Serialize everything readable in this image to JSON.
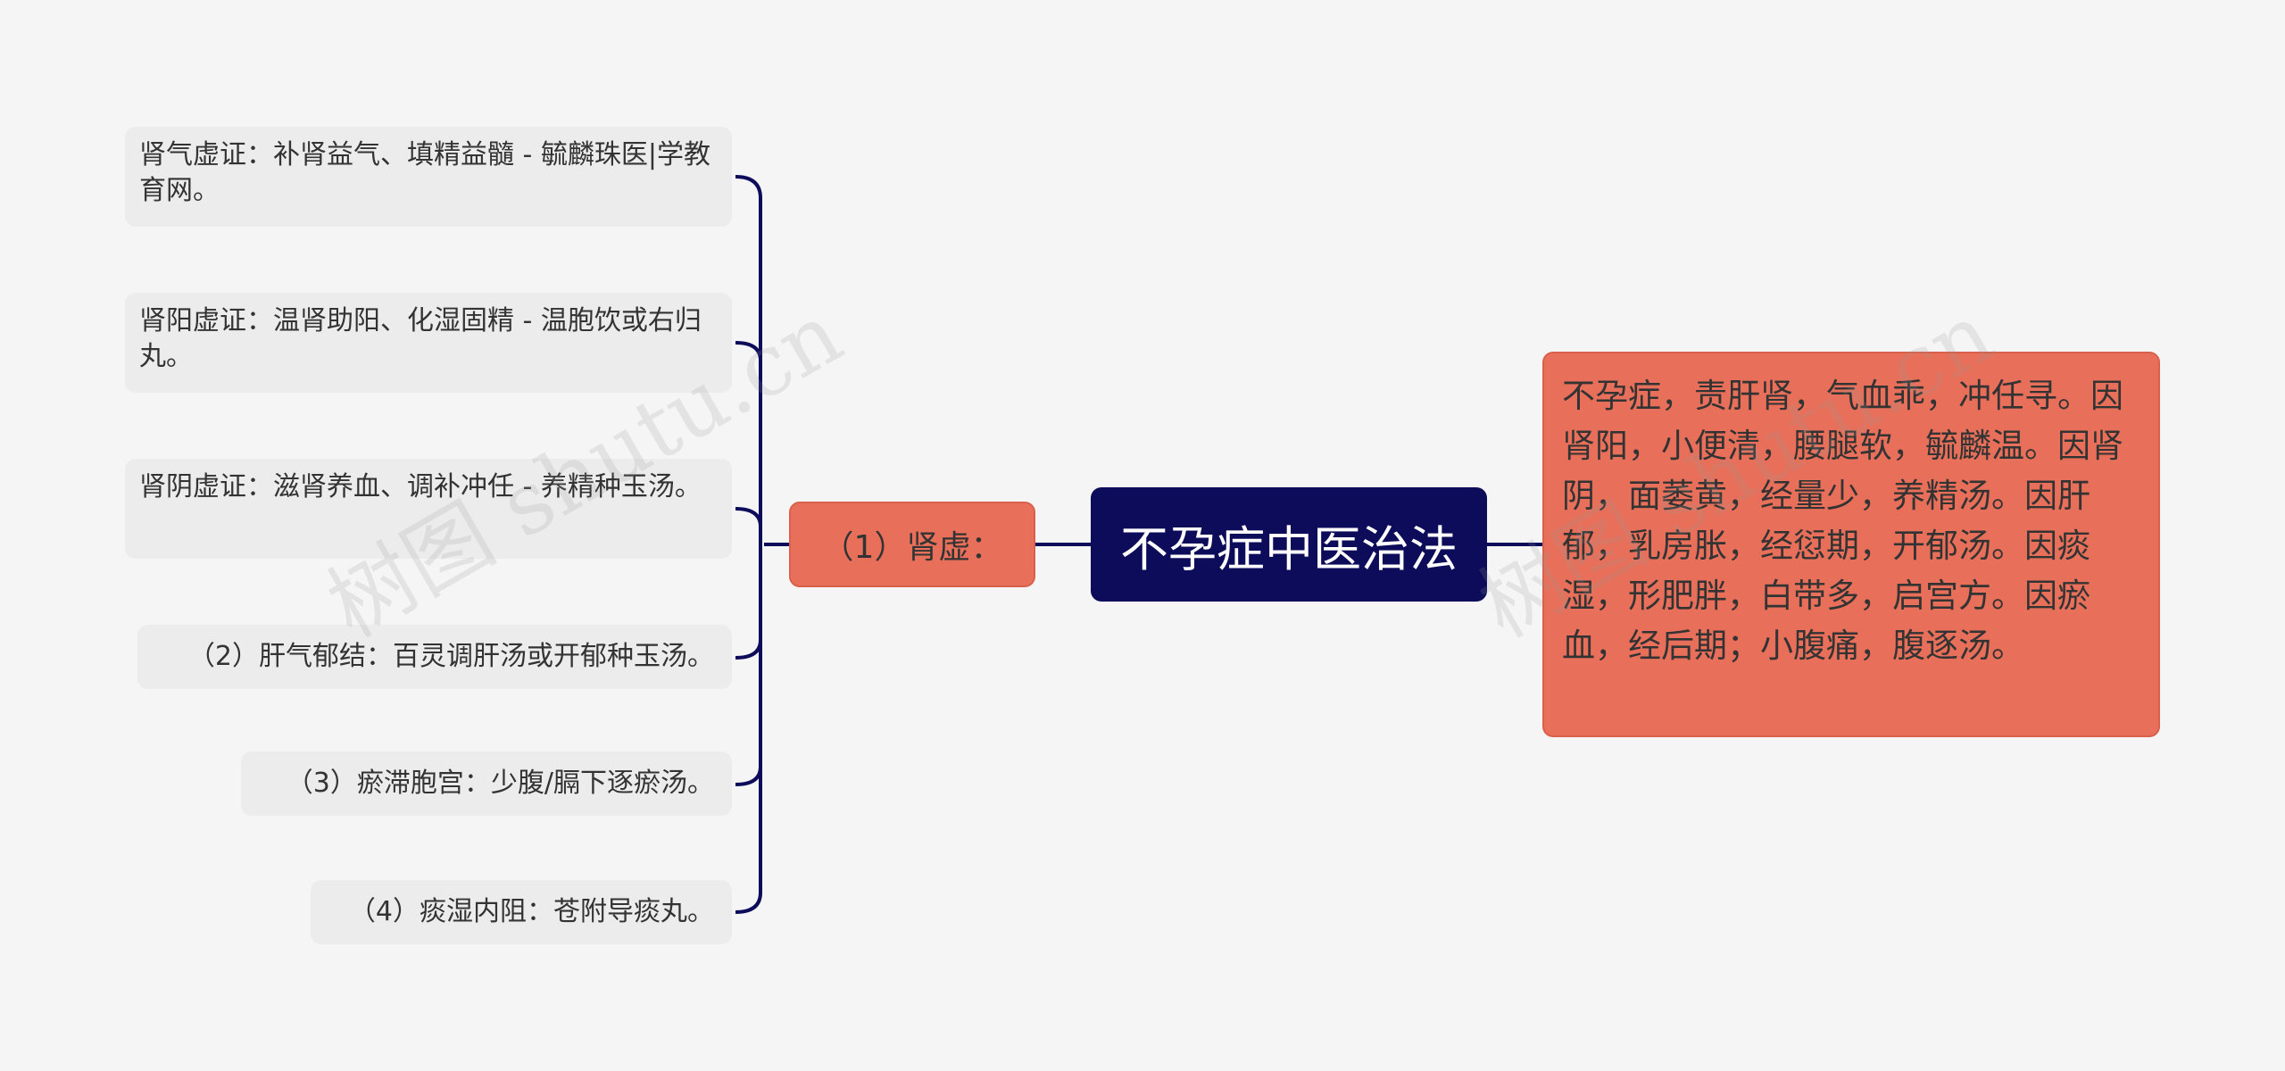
{
  "root": {
    "label": "不孕症中医治法"
  },
  "branch_kidney": {
    "label": "（1）肾虚："
  },
  "leaves": {
    "kidney_qi": "肾气虚证：补肾益气、填精益髓 - 毓麟珠医|学教育网。",
    "kidney_yang": "肾阳虚证：温肾助阳、化湿固精 - 温胞饮或右归丸。",
    "kidney_yin": "肾阴虚证：滋肾养血、调补冲任 - 养精种玉汤。",
    "liver": "（2）肝气郁结：百灵调肝汤或开郁种玉汤。",
    "stasis": "（3）瘀滞胞宫：少腹/膈下逐瘀汤。",
    "phlegm": "（4）痰湿内阻：苍附导痰丸。"
  },
  "note": {
    "text": "不孕症，责肝肾，气血乖，冲任寻。因肾阳，小便清，腰腿软，毓麟温。因肾阴，面萎黄，经量少，养精汤。因肝郁，乳房胀，经愆期，开郁汤。因痰湿，形肥胖，白带多，启宫方。因瘀血，经后期；小腹痛，腹逐汤。"
  },
  "watermark": "树图 shutu.cn",
  "colors": {
    "root_bg": "#0c0c5a",
    "branch_bg": "#e8705a",
    "leaf_bg": "#ececec",
    "line": "#0c0c5a",
    "background": "#f5f5f5"
  }
}
